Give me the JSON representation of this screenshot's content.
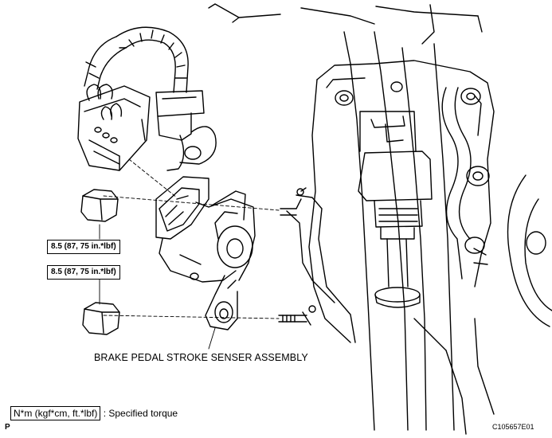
{
  "torque_upper": "8.5 (87, 75 in.*lbf)",
  "torque_lower": "8.5 (87, 75 in.*lbf)",
  "assembly_label": "BRAKE PEDAL STROKE SENSER ASSEMBLY",
  "legend_unit": "N*m (kgf*cm, ft.*lbf)",
  "legend_text": ": Specified torque",
  "page_letter": "P",
  "figure_id": "C105657E01",
  "colors": {
    "line": "#000000",
    "background": "#ffffff"
  }
}
